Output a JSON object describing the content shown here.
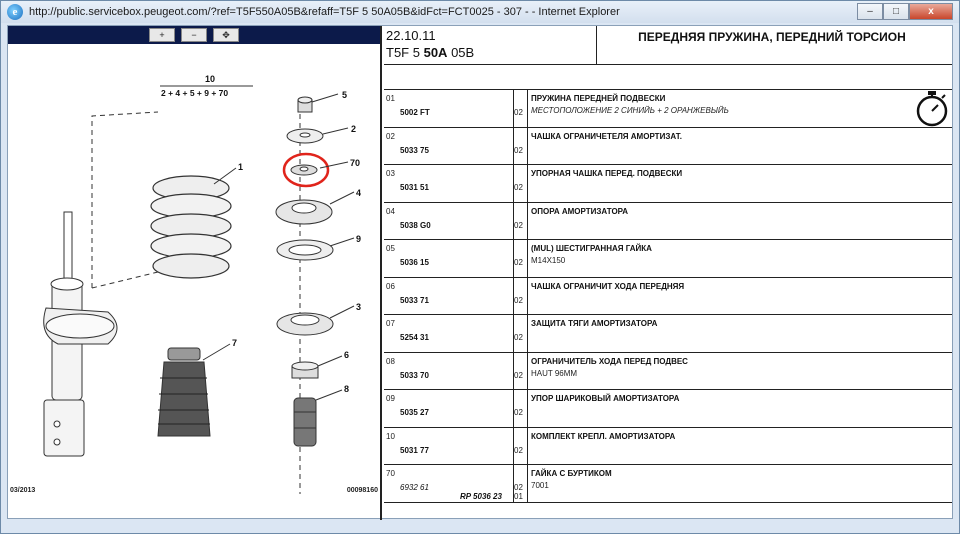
{
  "window": {
    "title": "http://public.servicebox.peugeot.com/?ref=T5F550A05B&refaff=T5F 5 50A05B&idFct=FCT0025 - 307 -  - Internet Explorer",
    "app_icon": "internet-explorer-icon",
    "buttons": {
      "minimize": "–",
      "maximize": "□",
      "close": "x"
    }
  },
  "zoom": {
    "zoom_in": "+",
    "zoom_out": "−",
    "pan": "✥"
  },
  "diagram": {
    "callouts": [
      "5",
      "2",
      "70",
      "4",
      "9",
      "1",
      "3",
      "6",
      "7",
      "8",
      "10"
    ],
    "kit_label": "2 + 4 + 5 + 9 + 70",
    "highlight_color": "#e0241b"
  },
  "footer": {
    "date": "03/2013",
    "code": "00098160"
  },
  "header": {
    "date": "22.10.11",
    "model_prefix": "T5F 5",
    "model_bold": "50A",
    "model_suffix": "05B",
    "title": "ПЕРЕДНЯЯ ПРУЖИНА, ПЕРЕДНИЙ ТОРСИОН",
    "labour_icon": "stopwatch-icon"
  },
  "parts": [
    {
      "idx": "01",
      "ref": "5002 FT",
      "qty": "02",
      "name": "ПРУЖИНА ПЕРЕДНЕЙ ПОДВЕСКИ",
      "note": "МЕСТОПОЛОЖЕНИЕ 2 СИНИЙЬ + 2 ОРАНЖЕВЫЙЬ",
      "note_italic": true
    },
    {
      "idx": "02",
      "ref": "5033 75",
      "qty": "02",
      "name": "ЧАШКА ОГРАНИЧЕТЕЛЯ АМОРТИЗАТ.",
      "note": ""
    },
    {
      "idx": "03",
      "ref": "5031 51",
      "qty": "02",
      "name": "УПОРНАЯ ЧАШКА ПЕРЕД. ПОДВЕСКИ",
      "note": ""
    },
    {
      "idx": "04",
      "ref": "5038 G0",
      "qty": "02",
      "name": "ОПОРА АМОРТИЗАТОРА",
      "note": ""
    },
    {
      "idx": "05",
      "ref": "5036 15",
      "qty": "02",
      "name": "(MUL) ШЕСТИГРАННАЯ ГАЙКА",
      "note": "M14X150"
    },
    {
      "idx": "06",
      "ref": "5033 71",
      "qty": "02",
      "name": "ЧАШКА ОГРАНИЧИТ ХОДА ПЕРЕДНЯЯ",
      "note": ""
    },
    {
      "idx": "07",
      "ref": "5254 31",
      "qty": "02",
      "name": "ЗАЩИТА ТЯГИ АМОРТИЗАТОРА",
      "note": ""
    },
    {
      "idx": "08",
      "ref": "5033 70",
      "qty": "02",
      "name": "ОГРАНИЧИТЕЛЬ ХОДА ПЕРЕД ПОДВЕС",
      "note": "HAUT 96MM"
    },
    {
      "idx": "09",
      "ref": "5035 27",
      "qty": "02",
      "name": "УПОР ШАРИКОВЫЙ АМОРТИЗАТОРА",
      "note": ""
    },
    {
      "idx": "10",
      "ref": "5031 77",
      "qty": "02",
      "name": "КОМПЛЕКТ КРЕПЛ. АМОРТИЗАТОРА",
      "note": ""
    },
    {
      "idx": "70",
      "ref": "6932 61",
      "ref_italic": true,
      "qty": "02",
      "name": "ГАЙКА С БУРТИКОМ",
      "note": "7001",
      "rp": "RP 5036 23",
      "rp_qty": "01"
    }
  ]
}
